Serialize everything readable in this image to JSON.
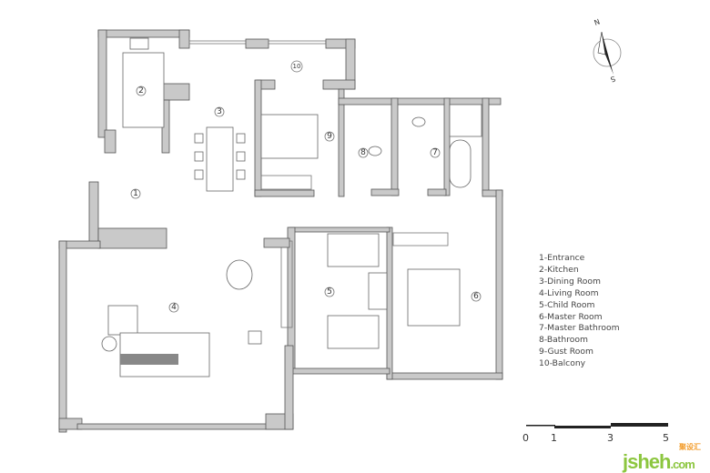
{
  "rooms": [
    {
      "num": "1",
      "name": "Entrance"
    },
    {
      "num": "2",
      "name": "Kitchen"
    },
    {
      "num": "3",
      "name": "Dining Room"
    },
    {
      "num": "4",
      "name": "Living Room"
    },
    {
      "num": "5",
      "name": "Child Room"
    },
    {
      "num": "6",
      "name": "Master Room"
    },
    {
      "num": "7",
      "name": "Master Bathroom"
    },
    {
      "num": "8",
      "name": "Bathroom"
    },
    {
      "num": "9",
      "name": "Gust Room"
    },
    {
      "num": "10",
      "name": "Balcony"
    }
  ],
  "legend": [
    "1-Entrance",
    "2-Kitchen",
    "3-Dining Room",
    "4-Living Room",
    "5-Child Room",
    "6-Master Room",
    "7-Master Bathroom",
    "8-Bathroom",
    "9-Gust Room",
    "10-Balcony"
  ],
  "compass": {
    "north": "N",
    "south": "S"
  },
  "scale_bar": {
    "labels": [
      "0",
      "1",
      "3",
      "5"
    ]
  },
  "logo": {
    "text": "jsheh",
    "suffix": ".com",
    "cn": "聚设汇"
  }
}
